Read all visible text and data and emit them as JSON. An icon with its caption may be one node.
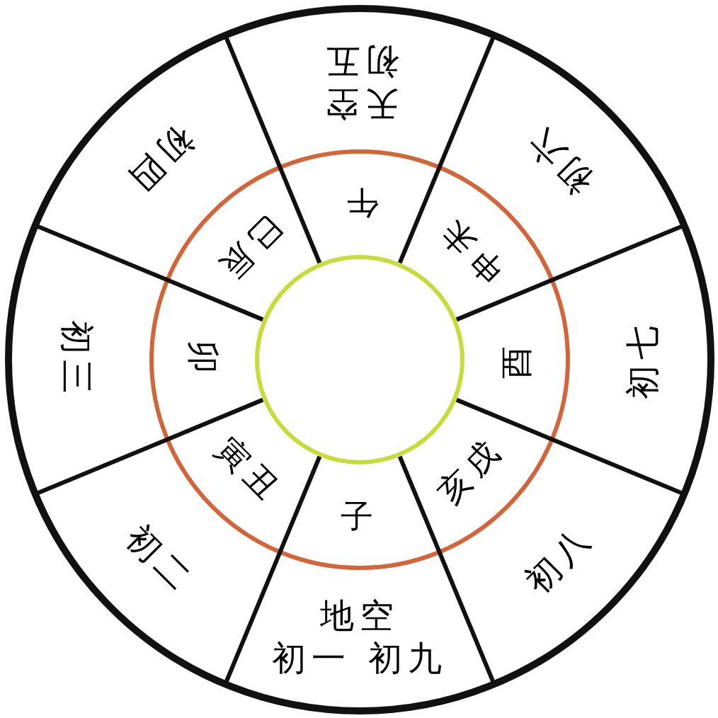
{
  "diagram": {
    "nodes": [
      {
        "text": [
          "天空",
          "初五"
        ]
      },
      {
        "text": [
          "初六"
        ]
      },
      {
        "text": [
          "初七"
        ]
      },
      {
        "text": [
          "初八"
        ]
      },
      {
        "text": [
          "地空",
          "初一 初九"
        ]
      },
      {
        "text": [
          "初二"
        ]
      },
      {
        "text": [
          "初三"
        ]
      },
      {
        "text": [
          "初四"
        ]
      },
      {
        "text": [
          "午"
        ]
      },
      {
        "text": [
          "申未"
        ]
      },
      {
        "text": [
          "酉"
        ]
      },
      {
        "text": [
          "亥戌"
        ]
      },
      {
        "text": [
          "子"
        ]
      },
      {
        "text": [
          "寅丑"
        ]
      },
      {
        "text": [
          "卯"
        ]
      },
      {
        "text": [
          "巳辰"
        ]
      },
      {
        "text": [],
        "shape": "circle"
      }
    ]
  }
}
